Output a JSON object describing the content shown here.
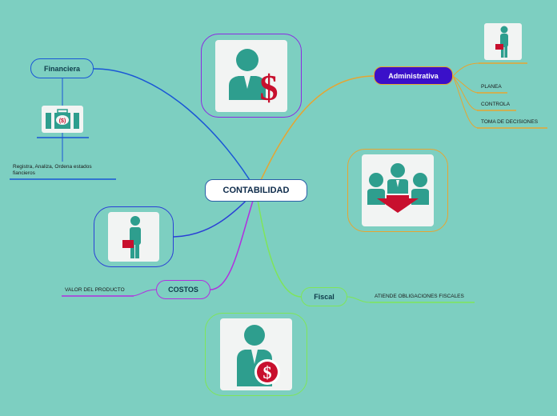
{
  "central": {
    "label": "CONTABILIDAD"
  },
  "branches": {
    "financiera": {
      "label": "Financiera",
      "leaves": [
        "Registra, Analiza, Ordena estados fiancieros"
      ]
    },
    "administrativa": {
      "label": "Administrativa",
      "leaves": [
        "PLANEA",
        "CONTROLA",
        "TOMA DE DECISIONES"
      ]
    },
    "costos": {
      "label": "COSTOS",
      "leaves": [
        "VALOR DEL PRODUCTO"
      ]
    },
    "fiscal": {
      "label": "Fiscal",
      "leaves": [
        "ATIENDE OBLIGACIONES FISCALES"
      ]
    }
  },
  "icons": {
    "money_sign": "$",
    "money_sign_small": "($)",
    "dollar_badge": "$"
  },
  "colors": {
    "background": "#7dcfc1",
    "financiera": "#1a56d6",
    "administrativa": "#e6a531",
    "costos": "#b12fe0",
    "fiscal": "#7fe55a",
    "figure": "#2e9e8e",
    "accent_red": "#c8102e"
  }
}
